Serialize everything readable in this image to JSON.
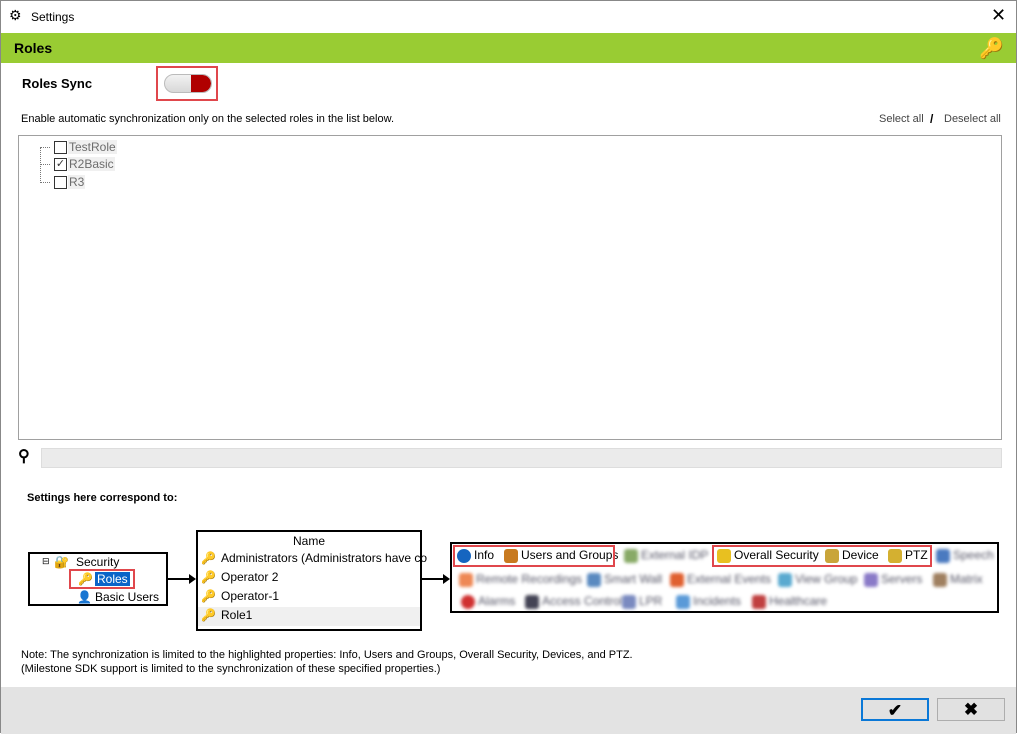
{
  "window": {
    "title": "Settings",
    "close": "✕"
  },
  "header": {
    "title": "Roles"
  },
  "roles_sync": {
    "label": "Roles Sync",
    "enabled": true
  },
  "description": "Enable automatic synchronization only on the selected roles in the list below.",
  "select_all": "Select all",
  "separator": "/",
  "deselect_all": "Deselect all",
  "roles": [
    {
      "label": "TestRole",
      "checked": false
    },
    {
      "label": "R2Basic",
      "checked": true
    },
    {
      "label": "R3",
      "checked": false
    }
  ],
  "search": {
    "value": ""
  },
  "correspond_heading": "Settings here correspond to:",
  "diagram": {
    "tree": {
      "root": "Security",
      "selected": "Roles",
      "child": "Basic Users"
    },
    "grid": {
      "header": "Name",
      "rows": [
        "Administrators (Administrators have co",
        "Operator 2",
        "Operator-1",
        "Role1"
      ]
    },
    "tabs_highlighted": [
      "Info",
      "Users and Groups",
      "Overall Security",
      "Device",
      "PTZ"
    ],
    "tabs_other": [
      "External IDP",
      "Speech",
      "Remote Recordings",
      "Smart Wall",
      "External Events",
      "View Group",
      "Servers",
      "Matrix",
      "Alarms",
      "Access Control",
      "LPR",
      "Incidents",
      "Healthcare"
    ]
  },
  "note1": "Note: The synchronization is limited to the highlighted properties: Info, Users and Groups, Overall Security, Devices, and PTZ.",
  "note2": "(Milestone SDK support is limited to the synchronization of these specified properties.)",
  "footer": {
    "ok": "✔",
    "cancel": "✖"
  }
}
